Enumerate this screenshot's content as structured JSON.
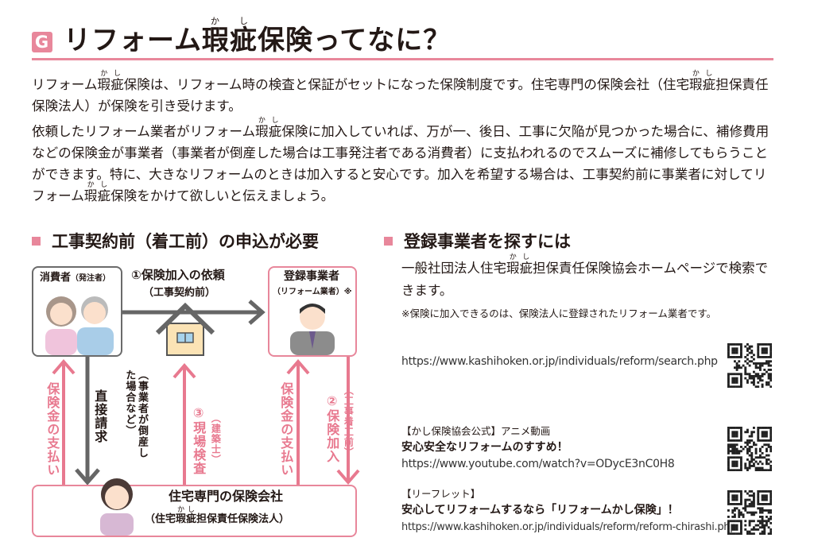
{
  "title": {
    "badge": "G",
    "before": "リフォーム",
    "kanji": "瑕疵",
    "ruby": "かし",
    "after": "保険ってなに？"
  },
  "intro": {
    "p1a": "リフォーム",
    "p1b": "保険は、リフォーム時の検査と保証がセットになった保険制度です。住宅専門の保険会社（住宅",
    "p1c": "担保責任保険法人）が保険を引き受けます。",
    "p2a": "依頼したリフォーム業者がリフォーム",
    "p2b": "保険に加入していれば、万が一、後日、工事に欠陥が見つかった場合に、補修費用などの保険金が事業者（事業者が倒産した場合は工事発注者である消費者）に支払われるのでスムーズに補修してもらうことができます。特に、大きなリフォームのときは加入すると安心です。加入を希望する場合は、工事契約前に事業者に対してリフォーム",
    "p2c": "保険をかけて欲しいと伝えましょう。",
    "kanji": "瑕疵",
    "kanji_ka": "瑕",
    "kanji_shi": "疵",
    "ruby": "かし",
    "ruby_ka": "か",
    "ruby_shi": "し"
  },
  "left_section": {
    "heading": "工事契約前（着工前）の申込が必要",
    "consumer": "消費者",
    "consumer_sub": "（発注者）",
    "contractor": "登録事業者",
    "contractor_sub": "（リフォーム業者）※",
    "step1": "①保険加入の依頼",
    "step1_sub": "（工事契約前）",
    "payout_left": "保険金の支払い",
    "direct_claim": "直接請求",
    "direct_claim_note": "（事業者が倒産した場合など）",
    "step3": "③現場検査",
    "step3_note": "（建築士）",
    "payout_right": "保険金の支払い",
    "step2": "②保険加入",
    "step2_note": "（工事着工前）",
    "insurer": "住宅専門の保険会社",
    "insurer_sub_a": "（住宅",
    "insurer_sub_b": "担保責任保険法人）",
    "kanji": "瑕疵",
    "ruby": "かし"
  },
  "right_section": {
    "heading": "登録事業者を探すには",
    "text_a": "一般社団法人住宅",
    "text_b": "担保責任保険協会ホームページで検索できます。",
    "kanji": "瑕疵",
    "ruby": "かし",
    "note": "※保険に加入できるのは、保険法人に登録されたリフォーム業者です。",
    "search_url": "https://www.kashihoken.or.jp/individuals/reform/search.php",
    "video_label": "【かし保険協会公式】アニメ動画",
    "video_title": "安心安全なリフォームのすすめ！",
    "video_url": "https://www.youtube.com/watch?v=ODycE3nC0H8",
    "leaflet_label": "【リーフレット】",
    "leaflet_title": "安心してリフォームするなら「リフォームかし保険」！",
    "leaflet_url": "https://www.kashihoken.or.jp/individuals/reform/reform-chirashi.php"
  },
  "colors": {
    "accent": "#e8879b",
    "arrow_pink": "#e8798f",
    "arrow_gray": "#666666"
  }
}
